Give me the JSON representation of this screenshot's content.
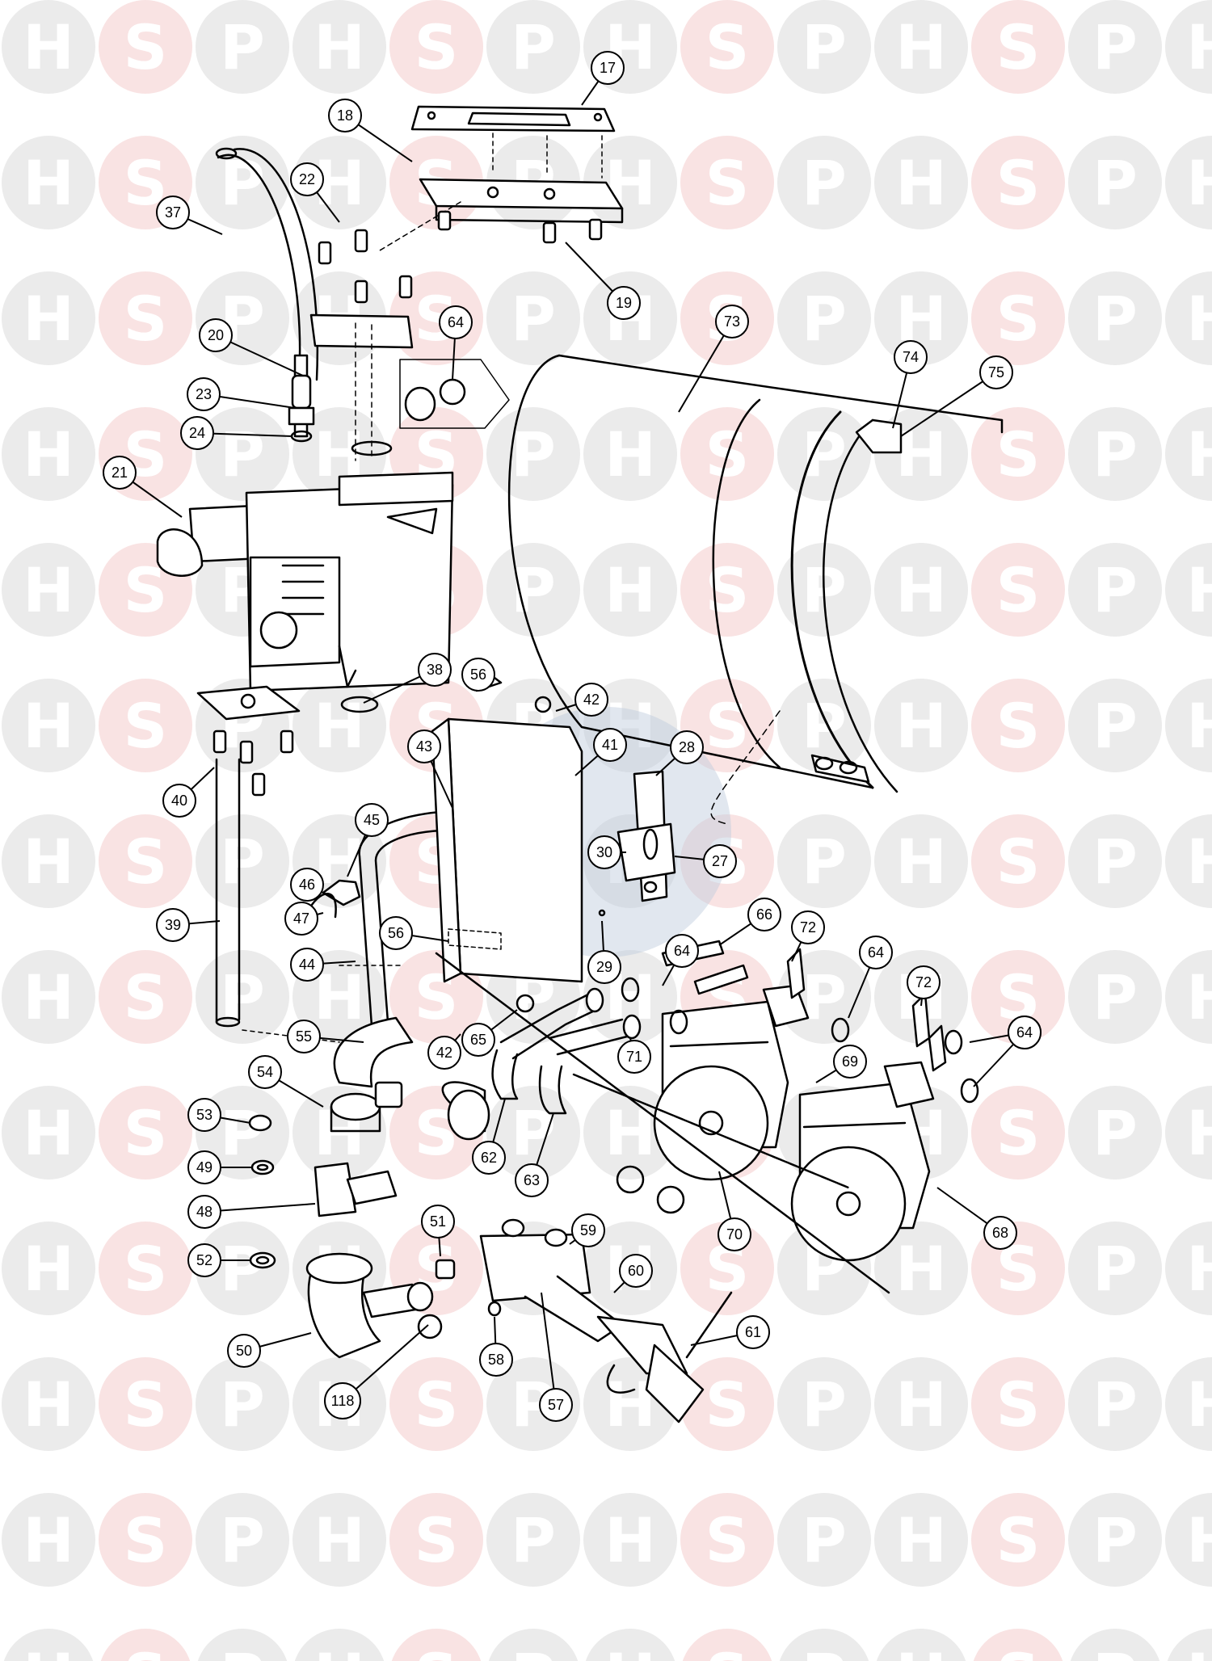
{
  "watermark": {
    "letters": [
      "H",
      "S",
      "P"
    ],
    "grey": "#ebebeb",
    "pink": "#f9e3e3",
    "center_badge_color": "#bcc9dc"
  },
  "diagram": {
    "line_color": "#000000",
    "callouts": [
      "17",
      "18",
      "19",
      "20",
      "21",
      "22",
      "23",
      "24",
      "27",
      "28",
      "29",
      "30",
      "37",
      "38",
      "39",
      "40",
      "41",
      "42",
      "42",
      "43",
      "44",
      "45",
      "46",
      "47",
      "48",
      "49",
      "50",
      "51",
      "52",
      "53",
      "54",
      "55",
      "56",
      "56",
      "57",
      "58",
      "59",
      "60",
      "61",
      "62",
      "63",
      "64",
      "64",
      "64",
      "64",
      "64",
      "65",
      "66",
      "68",
      "69",
      "70",
      "71",
      "72",
      "72",
      "73",
      "74",
      "75",
      "118"
    ]
  }
}
